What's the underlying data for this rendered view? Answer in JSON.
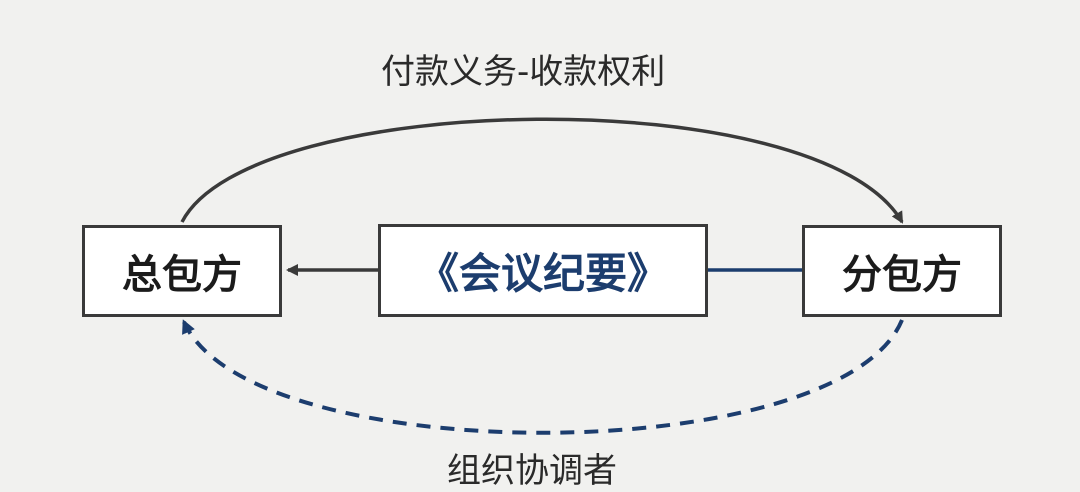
{
  "nodes": {
    "general_contractor": "总包方",
    "meeting_minutes": "《会议纪要》",
    "subcontractor": "分包方"
  },
  "labels": {
    "top": "付款义务-收款权利",
    "bottom": "组织协调者"
  },
  "colors": {
    "background": "#f1f1ef",
    "solid_arrow": "#3a3a3a",
    "dashed_arrow": "#1c3d6e",
    "center_text": "#1c3d6e",
    "connector": "#1c3d6e"
  }
}
